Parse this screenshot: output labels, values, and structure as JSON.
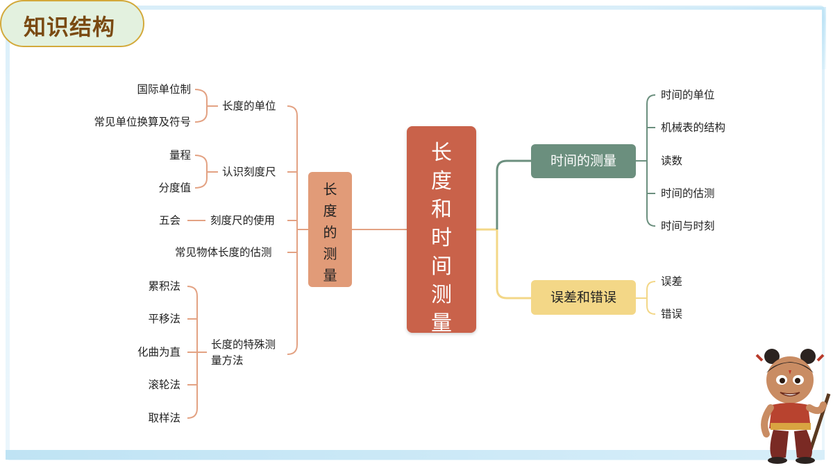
{
  "header": {
    "title": "知识结构"
  },
  "center": {
    "chars": [
      "长",
      "度",
      "和",
      "时",
      "间",
      "测",
      "量"
    ]
  },
  "length_branch": {
    "chars": [
      "长",
      "度",
      "的",
      "测",
      "量"
    ],
    "unit": {
      "label": "长度的单位",
      "items": [
        "国际单位制",
        "常见单位换算及符号"
      ]
    },
    "ruler": {
      "label": "认识刻度尺",
      "items": [
        "量程",
        "分度值"
      ]
    },
    "usage": {
      "label": "刻度尺的使用",
      "item": "五会"
    },
    "estimate": {
      "label": "常见物体长度的估测"
    },
    "special": {
      "label_line1": "长度的特殊测",
      "label_line2": "量方法",
      "items": [
        "累积法",
        "平移法",
        "化曲为直",
        "滚轮法",
        "取样法"
      ]
    }
  },
  "time_branch": {
    "label": "时间的测量",
    "items": [
      "时间的单位",
      "机械表的结构",
      "读数",
      "时间的估测",
      "时间与时刻"
    ]
  },
  "error_branch": {
    "label": "误差和错误",
    "items": [
      "误差",
      "错误"
    ]
  },
  "colors": {
    "center": "#c9624a",
    "length": "#e19b78",
    "length_line": "#e3a283",
    "time": "#6b8f7e",
    "error": "#f3d787",
    "title_border": "#d3a93a"
  }
}
